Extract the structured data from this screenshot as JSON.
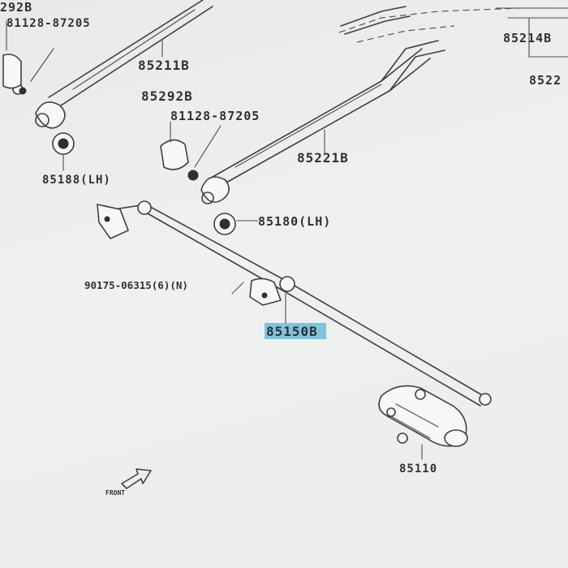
{
  "labels": {
    "p_0292b": "292B",
    "p_81128_87205_top": "81128-87205",
    "p_85211b": "85211B",
    "p_85292b": "85292B",
    "p_81128_87205_mid": "81128-87205",
    "p_85221b": "85221B",
    "p_85188": "85188(LH)",
    "p_85180": "85180(LH)",
    "p_90175": "90175-06315(6)(N)",
    "p_85150b": "85150B",
    "p_85214b": "85214B",
    "p_8522": "8522",
    "p_85110": "85110",
    "front": "FRONT"
  },
  "colors": {
    "highlight": "#7fc4df",
    "ink": "#2e3035",
    "paper": "#eceeee"
  }
}
